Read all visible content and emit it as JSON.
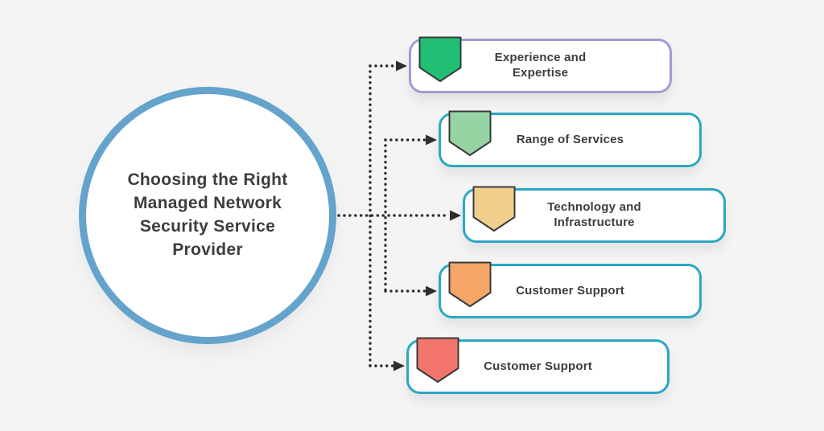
{
  "canvas": {
    "background": "#f4f4f5",
    "connector_color": "#2e2e2e"
  },
  "circle": {
    "title": "Choosing the Right Managed Network Security Service Provider",
    "border_color": "#64a3cc",
    "fill": "#ffffff"
  },
  "boxes": [
    {
      "label": "Experience and Expertise",
      "border_color": "#a09dd0",
      "pennant_color": "#21bf73",
      "pennant_outline": "#3a3a3a"
    },
    {
      "label": "Range of Services",
      "border_color": "#2aa7c5",
      "pennant_color": "#97d4a4",
      "pennant_outline": "#3a3a3a"
    },
    {
      "label": "Technology and Infrastructure",
      "border_color": "#2aa7c5",
      "pennant_color": "#f0ce8c",
      "pennant_outline": "#3a3a3a"
    },
    {
      "label": "Customer Support",
      "border_color": "#2aa7c5",
      "pennant_color": "#f5a566",
      "pennant_outline": "#3a3a3a"
    },
    {
      "label": "Customer Support",
      "border_color": "#2aa7c5",
      "pennant_color": "#f4756b",
      "pennant_outline": "#3a3a3a"
    }
  ]
}
